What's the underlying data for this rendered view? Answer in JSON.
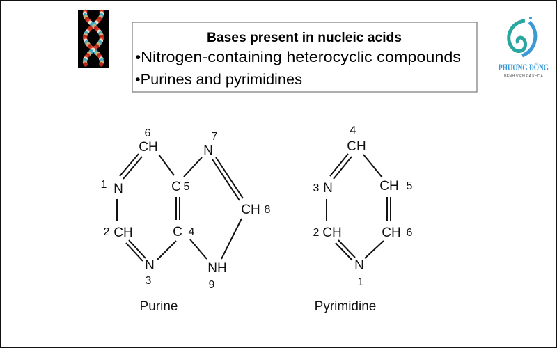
{
  "title_box": {
    "title": "Bases present in nucleic acids",
    "bullets": [
      "•Nitrogen-containing heterocyclic compounds",
      "•Purines and pyrimidines"
    ]
  },
  "logo": {
    "name": "PHƯƠNG ĐÔNG",
    "subtitle": "BỆNH VIỆN ĐA KHOA",
    "color": "#2aa6a0"
  },
  "purine": {
    "caption": "Purine",
    "atoms": {
      "ch6": "CH",
      "n1": "N",
      "c5": "C",
      "n7": "N",
      "ch8": "CH",
      "ch2": "CH",
      "c4": "C",
      "n3": "N",
      "nh9": "NH"
    },
    "numbers": {
      "n1": "1",
      "n2": "2",
      "n3": "3",
      "n4": "4",
      "n5": "5",
      "n6": "6",
      "n7": "7",
      "n8": "8",
      "n9": "9"
    }
  },
  "pyrimidine": {
    "caption": "Pyrimidine",
    "atoms": {
      "ch4": "CH",
      "n3": "N",
      "ch5": "CH",
      "ch2": "CH",
      "ch6": "CH",
      "n1": "N"
    },
    "numbers": {
      "n1": "1",
      "n2": "2",
      "n3": "3",
      "n4": "4",
      "n5": "5",
      "n6": "6"
    }
  }
}
